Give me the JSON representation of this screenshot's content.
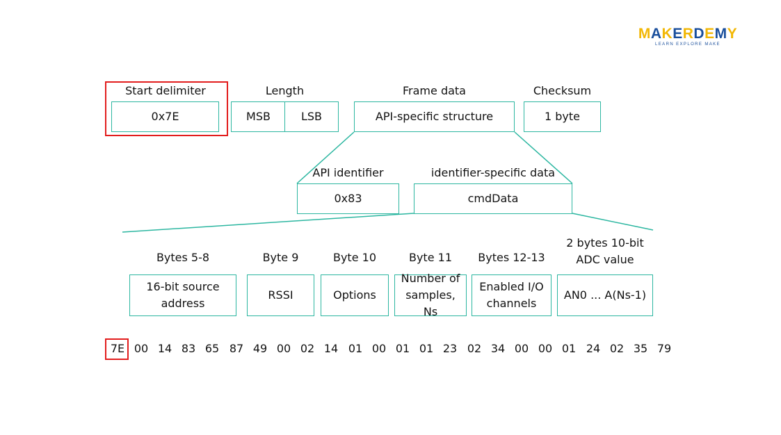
{
  "logo": {
    "text": "MAKERDEMY",
    "tagline": "LEARN  EXPLORE  MAKE"
  },
  "frame": {
    "start_delimiter": {
      "label": "Start delimiter",
      "value": "0x7E"
    },
    "length": {
      "label": "Length",
      "msb": "MSB",
      "lsb": "LSB"
    },
    "frame_data": {
      "label": "Frame data",
      "value": "API-specific structure"
    },
    "checksum": {
      "label": "Checksum",
      "value": "1 byte"
    }
  },
  "api": {
    "identifier": {
      "label": "API identifier",
      "value": "0x83"
    },
    "specific": {
      "label": "identifier-specific data",
      "value": "cmdData"
    }
  },
  "fields": [
    {
      "label": "Bytes 5-8",
      "value": "16-bit source address"
    },
    {
      "label": "Byte 9",
      "value": "RSSI"
    },
    {
      "label": "Byte 10",
      "value": "Options"
    },
    {
      "label": "Byte 11",
      "value": "Number of samples, Ns"
    },
    {
      "label": "Bytes 12-13",
      "value": "Enabled I/O channels"
    },
    {
      "label": "2 bytes 10-bit ADC value",
      "value": "AN0 ... A(Ns-1)"
    }
  ],
  "bytes": [
    "7E",
    "00",
    "14",
    "83",
    "65",
    "87",
    "49",
    "00",
    "02",
    "14",
    "01",
    "00",
    "01",
    "01",
    "23",
    "02",
    "34",
    "00",
    "00",
    "01",
    "24",
    "02",
    "35",
    "79"
  ],
  "colors": {
    "box_border": "#2bb6a0",
    "highlight": "#e21c1c",
    "logo_blue": "#1a4f9c",
    "logo_yellow": "#f2b705"
  }
}
